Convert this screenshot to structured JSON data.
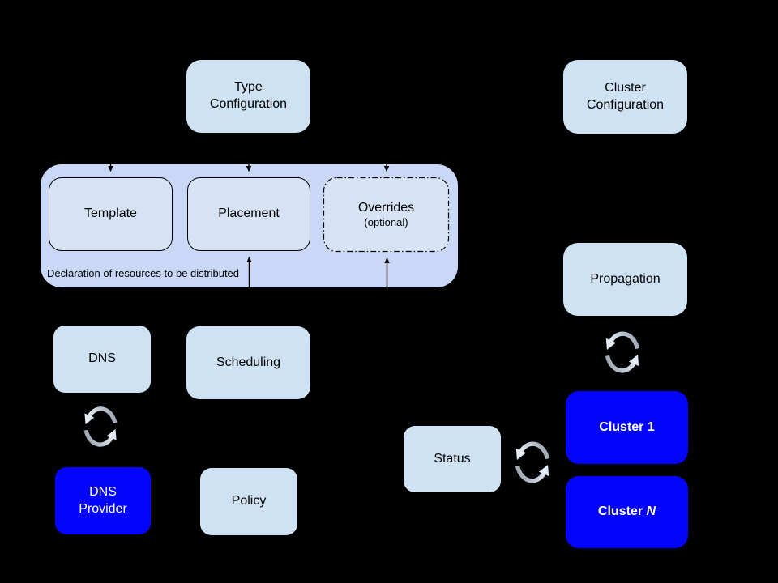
{
  "colors": {
    "background": "#000000",
    "box_light": "#cfe2f3",
    "box_inner": "#d5e3f4",
    "box_blue": "#0404fb",
    "container_fill": "#c9d8f6",
    "text_dark": "#000000",
    "text_light": "#ffffff",
    "sync_light": "#e2ebf6",
    "sync_gray": "#949fab"
  },
  "nodes": {
    "type_configuration": {
      "label": "Type\nConfiguration"
    },
    "cluster_configuration": {
      "label": "Cluster\nConfiguration"
    },
    "template": {
      "label": "Template"
    },
    "placement": {
      "label": "Placement"
    },
    "overrides": {
      "label": "Overrides",
      "sublabel": "(optional)"
    },
    "declaration_caption": "Declaration of resources to be distributed",
    "dns": {
      "label": "DNS"
    },
    "scheduling": {
      "label": "Scheduling"
    },
    "dns_provider": {
      "label": "DNS\nProvider"
    },
    "policy": {
      "label": "Policy"
    },
    "propagation": {
      "label": "Propagation"
    },
    "status": {
      "label": "Status"
    },
    "cluster_1": {
      "label": "Cluster 1"
    },
    "cluster_n": {
      "label_prefix": "Cluster ",
      "label_suffix_italic": "N"
    }
  },
  "edges": [
    {
      "from": "type_configuration",
      "to": "template",
      "style": "dashed-arrow"
    },
    {
      "from": "type_configuration",
      "to": "placement",
      "style": "dashed-arrow"
    },
    {
      "from": "type_configuration",
      "to": "overrides",
      "style": "dashed-arrow"
    },
    {
      "from": "scheduling",
      "to": "placement",
      "style": "solid-arrow"
    },
    {
      "from": "policy",
      "to": "overrides",
      "style": "solid-arrow"
    },
    {
      "from": "dns",
      "to": "dns_provider",
      "style": "sync-cycle"
    },
    {
      "from": "propagation",
      "to": "cluster_1",
      "style": "sync-cycle"
    },
    {
      "from": "status",
      "to": "cluster_1",
      "style": "sync-cycle"
    }
  ],
  "icons": {
    "sync": "sync-cycle-icon"
  }
}
